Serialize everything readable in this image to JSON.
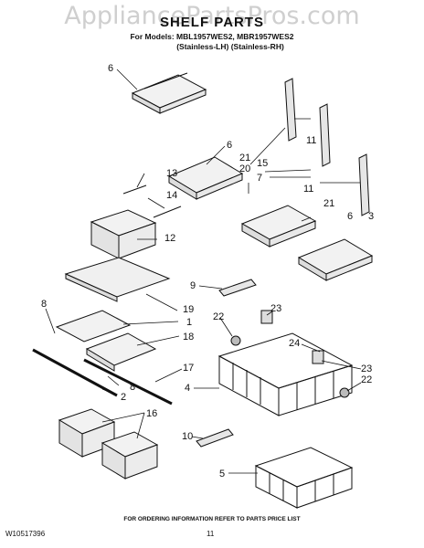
{
  "watermark": "AppliancePartsPros.com",
  "title": "SHELF PARTS",
  "subtitle_line1": "For Models: MBL1957WES2, MBR1957WES2",
  "subtitle_line2": "(Stainless-LH)   (Stainless-RH)",
  "footer_note": "FOR ORDERING INFORMATION REFER TO PARTS PRICE LIST",
  "document_number": "W10517396",
  "page_number": "11",
  "callouts": {
    "c6a": "6",
    "c6b": "6",
    "c6c": "6",
    "c11a": "11",
    "c11b": "11",
    "c21a": "21",
    "c21b": "21",
    "c15": "15",
    "c20": "20",
    "c7": "7",
    "c13": "13",
    "c14": "14",
    "c12": "12",
    "c19": "19",
    "c9": "9",
    "c1": "1",
    "c8a": "8",
    "c8b": "8",
    "c18": "18",
    "c17": "17",
    "c2": "2",
    "c4": "4",
    "c22a": "22",
    "c22b": "22",
    "c23a": "23",
    "c23b": "23",
    "c24": "24",
    "c16": "16",
    "c10": "10",
    "c5": "5",
    "c3": "3"
  }
}
